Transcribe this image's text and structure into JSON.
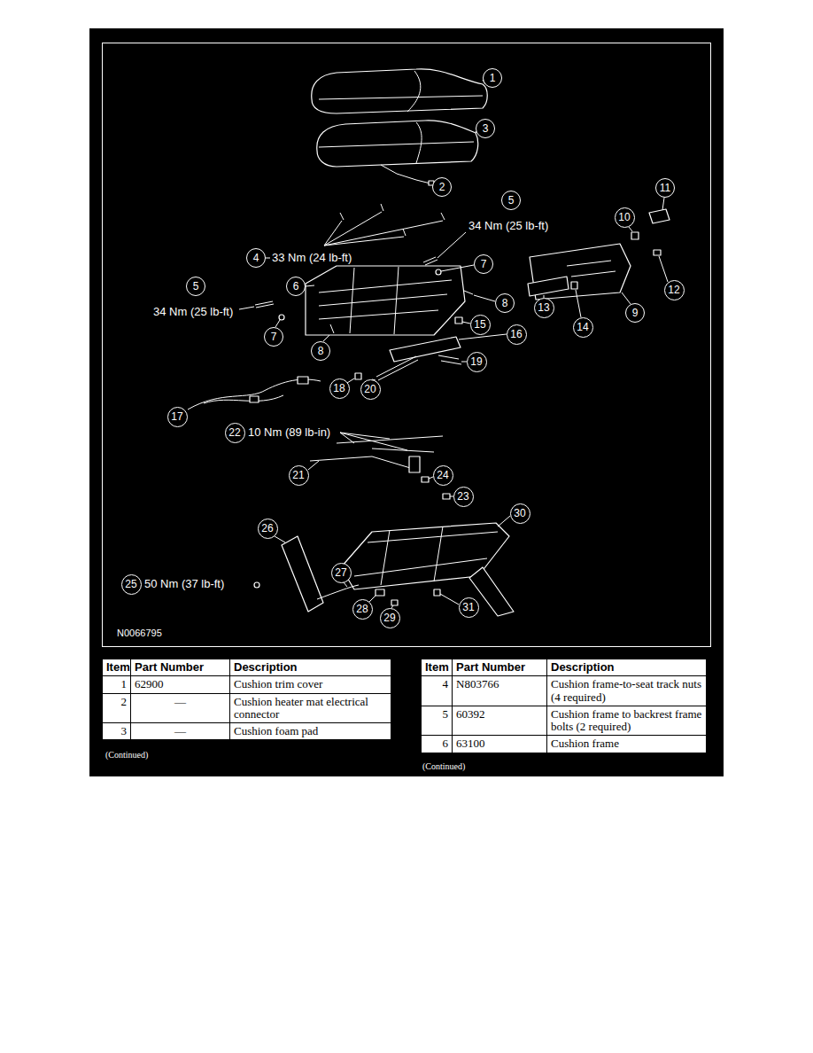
{
  "diagram": {
    "nodes": [
      {
        "text": [
          "1"
        ]
      },
      {
        "text": [
          "3"
        ]
      },
      {
        "text": [
          "2"
        ]
      },
      {
        "text": [
          "11"
        ]
      },
      {
        "text": [
          "5"
        ]
      },
      {
        "text": [
          "10"
        ]
      },
      {
        "text": [
          "4"
        ]
      },
      {
        "text": [
          "7"
        ]
      },
      {
        "text": [
          "5"
        ]
      },
      {
        "text": [
          "6"
        ]
      },
      {
        "text": [
          "12"
        ]
      },
      {
        "text": [
          "8"
        ]
      },
      {
        "text": [
          "13"
        ]
      },
      {
        "text": [
          "9"
        ]
      },
      {
        "text": [
          "15"
        ]
      },
      {
        "text": [
          "14"
        ]
      },
      {
        "text": [
          "16"
        ]
      },
      {
        "text": [
          "7"
        ]
      },
      {
        "text": [
          "8"
        ]
      },
      {
        "text": [
          "19"
        ]
      },
      {
        "text": [
          "18"
        ]
      },
      {
        "text": [
          "20"
        ]
      },
      {
        "text": [
          "17"
        ]
      },
      {
        "text": [
          "22"
        ]
      },
      {
        "text": [
          "21"
        ]
      },
      {
        "text": [
          "24"
        ]
      },
      {
        "text": [
          "23"
        ]
      },
      {
        "text": [
          "30"
        ]
      },
      {
        "text": [
          "26"
        ]
      },
      {
        "text": [
          "27"
        ]
      },
      {
        "text": [
          "25"
        ]
      },
      {
        "text": [
          "28"
        ]
      },
      {
        "text": [
          "31"
        ]
      },
      {
        "text": [
          "29"
        ]
      }
    ],
    "labels": [
      "33 Nm (24 lb-ft)",
      "34 Nm (25 lb-ft)",
      "34 Nm (25 lb-ft)",
      "10 Nm (89 lb-in)",
      "50 Nm (37 lb-ft)",
      "N0066795",
      "Item",
      "Part Number",
      "Description",
      "1",
      "62900",
      "Cushion trim cover",
      "2",
      "—",
      "Cushion heater mat electrical connector",
      "3",
      "—",
      "Cushion foam pad",
      "(Continued)",
      "Item",
      "Part Number",
      "Description",
      "4",
      "N803766",
      "Cushion frame-to-seat track nuts (4 required)",
      "5",
      "60392",
      "Cushion frame to backrest frame bolts (2 required)",
      "6",
      "63100",
      "Cushion frame",
      "(Continued)"
    ]
  }
}
